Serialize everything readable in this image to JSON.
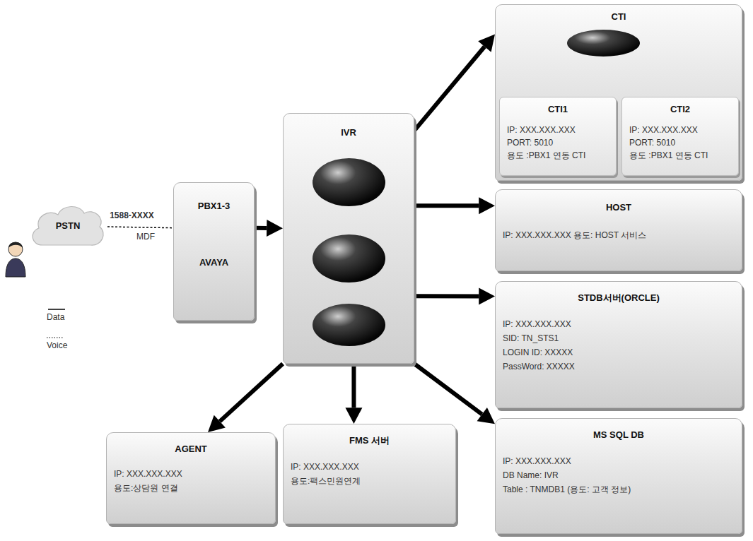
{
  "diagram": {
    "nodes": [
      {
        "text": [
          "PSTN"
        ]
      },
      {
        "text": [
          "PBX1-3",
          "AVAYA"
        ]
      },
      {
        "text": [
          "IVR"
        ]
      },
      {
        "text": [
          "CTI"
        ]
      },
      {
        "text": [
          "CTI1",
          "IP: XXX.XXX.XXX",
          "PORT: 5010",
          "용도 :PBX1 연동 CTI"
        ],
        "in": 3
      },
      {
        "text": [
          "CTI2",
          "IP: XXX.XXX.XXX",
          "PORT: 5010",
          "용도 :PBX1 연동 CTI"
        ],
        "in": 3
      },
      {
        "text": [
          "HOST",
          "IP: XXX.XXX.XXX 용도: HOST 서비스"
        ]
      },
      {
        "text": [
          "STDB서버(ORCLE)",
          "IP: XXX.XXX.XXX",
          "SID: TN_STS1",
          "LOGIN ID: XXXXX",
          "PassWord: XXXXX"
        ]
      },
      {
        "text": [
          "MS SQL DB",
          "IP: XXX.XXX.XXX",
          "DB Name: IVR",
          "Table : TNMDB1 (용도: 고객 정보)"
        ]
      },
      {
        "text": [
          "AGENT",
          "IP: XXX.XXX.XXX",
          "용도:상담원 연결"
        ]
      },
      {
        "text": [
          "FMS 서버",
          "IP: XXX.XXX.XXX",
          "용도:팩스민원연계"
        ]
      }
    ],
    "edges": [
      {
        "from": 0,
        "to": 1,
        "arrow": "none",
        "label": "1588-XXXX"
      },
      {
        "from": 1,
        "to": 2,
        "arrow": "to"
      },
      {
        "from": 2,
        "to": 3,
        "arrow": "to"
      },
      {
        "from": 2,
        "to": 6,
        "arrow": "to"
      },
      {
        "from": 2,
        "to": 7,
        "arrow": "to"
      },
      {
        "from": 2,
        "to": 8,
        "arrow": "to"
      },
      {
        "from": 2,
        "to": 9,
        "arrow": "to"
      },
      {
        "from": 2,
        "to": 10,
        "arrow": "to"
      }
    ],
    "labels": [
      "MDF"
    ],
    "legend": [
      {
        "text": "Data"
      },
      {
        "text": "Voice"
      }
    ]
  }
}
